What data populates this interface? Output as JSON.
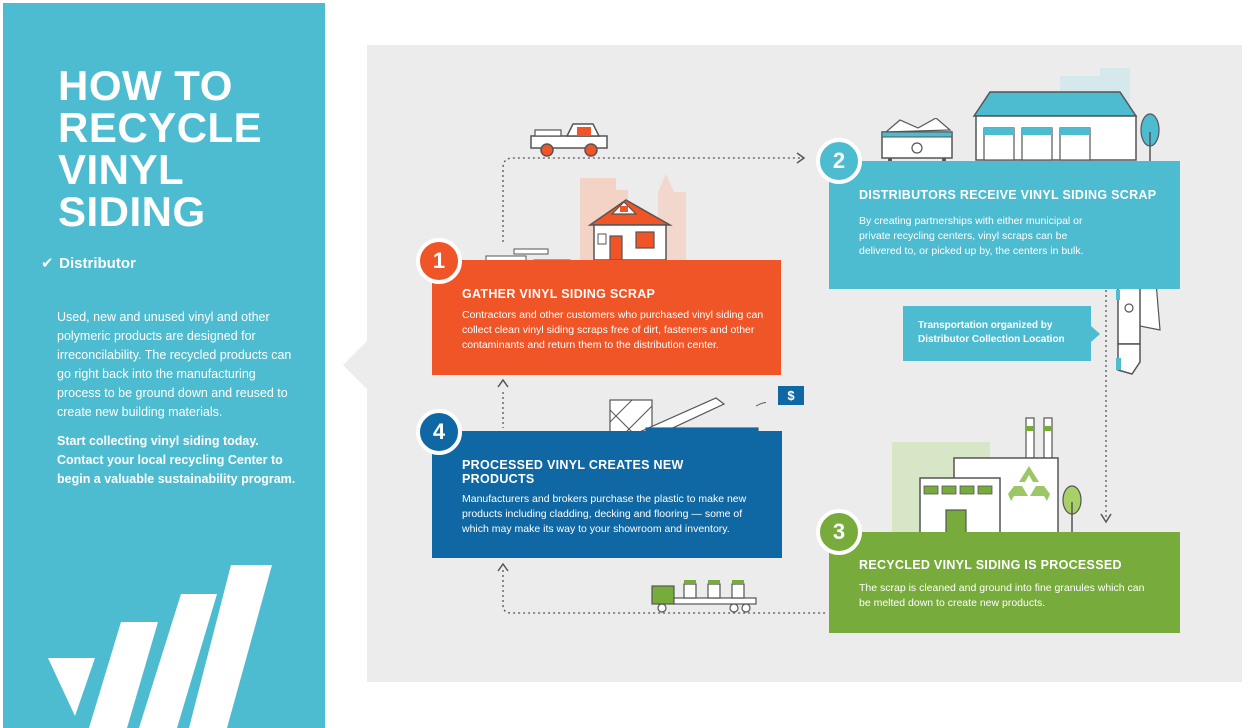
{
  "sidebar": {
    "title": "HOW TO RECYCLE VINYL SIDING",
    "breadcrumb_check": "✔",
    "breadcrumb": "Distributor",
    "description": "Used, new and unused vinyl and other polymeric products are designed for irreconcilability. The recycled products can go right back into the manufacturing process to be ground down and reused to create new building materials.",
    "cta": "Start collecting vinyl siding today. Contact your local recycling Center to begin a valuable sustainability program."
  },
  "steps": [
    {
      "number": "1",
      "title": "GATHER VINYL SIDING SCRAP",
      "text": "Contractors and other customers who purchased vinyl siding can collect clean vinyl siding scraps free of dirt, fasteners and other contaminants and return them to the distribution center."
    },
    {
      "number": "2",
      "title": "DISTRIBUTORS RECEIVE VINYL SIDING SCRAP",
      "text": "By creating partnerships with either municipal or private recycling centers, vinyl scraps can be delivered to, or picked up by, the centers in bulk."
    },
    {
      "number": "3",
      "title": "RECYCLED VINYL SIDING IS PROCESSED",
      "text": "The scrap is cleaned and ground into fine granules which can be melted down to create new products."
    },
    {
      "number": "4",
      "title": "PROCESSED VINYL CREATES NEW PRODUCTS",
      "text": "Manufacturers and brokers purchase the plastic to make new products including cladding, decking and flooring — some of which may make its way to your showroom and inventory."
    }
  ],
  "transport_note": "Transportation organized by Distributor Collection Location",
  "price_tag": "$",
  "colors": {
    "teal": "#4dbcd0",
    "orange": "#ef5526",
    "green": "#77ab3b",
    "blue": "#0f68a3",
    "panel": "#ececec"
  },
  "icons": [
    "pickup-truck-icon",
    "house-icon",
    "siding-planks-icon",
    "dumpster-icon",
    "warehouse-icon",
    "tree-icon",
    "box-truck-icon",
    "factory-icon",
    "recycle-icon",
    "flatbed-truck-icon",
    "siding-products-icon",
    "price-tag-icon",
    "brand-logo"
  ]
}
